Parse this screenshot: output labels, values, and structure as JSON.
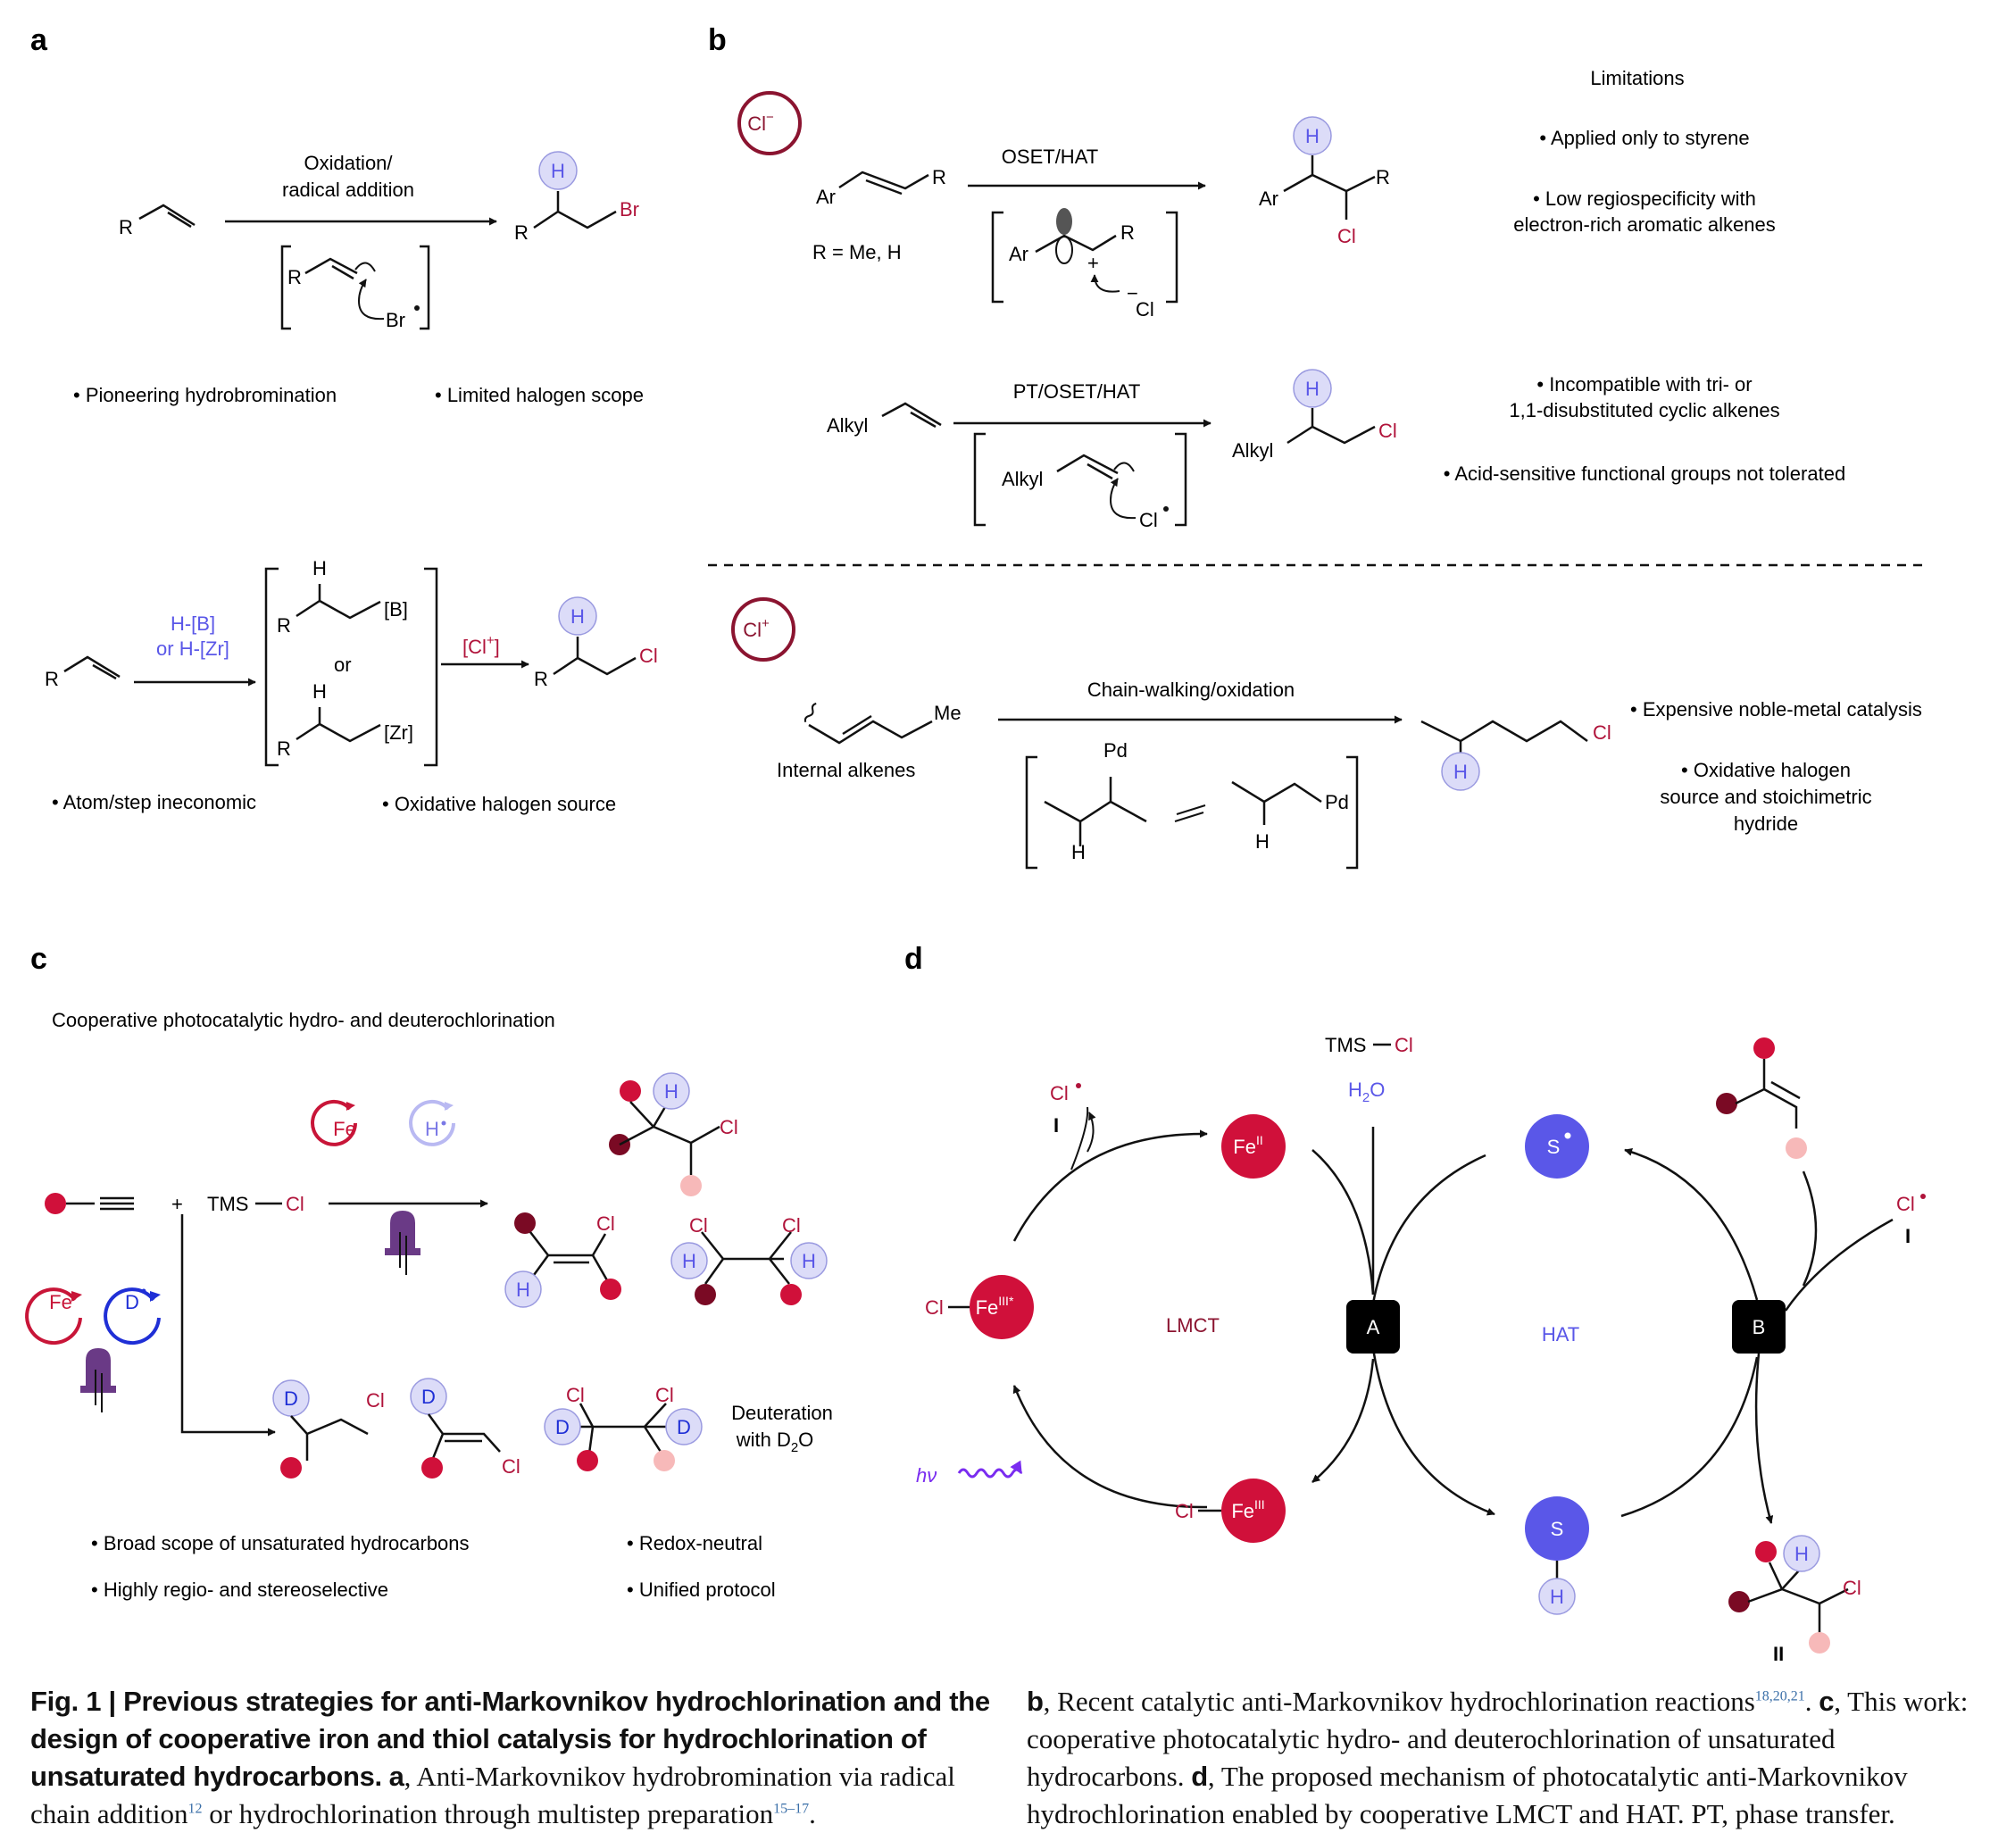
{
  "panel_labels": {
    "a": "a",
    "b": "b",
    "c": "c",
    "d": "d"
  },
  "colors": {
    "accent": "#b0133a",
    "hydrogen": "#5a57e8",
    "hydrogen_bg": "#dcdcf8",
    "deuterium": "#1f2fd6",
    "purple": "#6a3a86",
    "light_pink": "#f7b9b9",
    "dark_red": "#7a0a24"
  },
  "a": {
    "top": {
      "reactant_r": "R",
      "arrow_top_1": "Oxidation/",
      "arrow_top_2": "radical addition",
      "bracket_r": "R",
      "bracket_br": "Br",
      "product_h": "H",
      "product_r": "R",
      "product_br": "Br",
      "bullet_1": "• Pioneering hydrobromination",
      "bullet_2": "• Limited halogen scope"
    },
    "bottom": {
      "reactant_r": "R",
      "reagent_1": "H-[B]",
      "reagent_2": "or H-[Zr]",
      "b_h": "H",
      "b_r": "R",
      "b_group": "[B]",
      "or": "or",
      "z_h": "H",
      "z_r": "R",
      "z_group": "[Zr]",
      "cl_plus": "[Cl",
      "cl_plus_sup": "+",
      "cl_plus_close": "]",
      "product_h": "H",
      "product_r": "R",
      "product_cl": "Cl",
      "bullet_1": "• Atom/step ineconomic",
      "bullet_2": "• Oxidative halogen source"
    }
  },
  "b": {
    "anion_badge": "Cl",
    "anion_sup": "−",
    "r1": {
      "ar": "Ar",
      "r": "R",
      "cond": "R = Me, H",
      "arrow": "OSET/HAT",
      "br_ar": "Ar",
      "br_r": "R",
      "br_plus": "+",
      "br_minus": "−",
      "br_cl": "Cl",
      "p_h": "H",
      "p_ar": "Ar",
      "p_r": "R",
      "p_cl": "Cl"
    },
    "r2": {
      "alkyl": "Alkyl",
      "arrow": "PT/OSET/HAT",
      "br_alkyl": "Alkyl",
      "br_cl": "Cl",
      "p_h": "H",
      "p_alkyl": "Alkyl",
      "p_cl": "Cl"
    },
    "limitations_title": "Limitations",
    "lim_1": "• Applied only to styrene",
    "lim_2a": "• Low regiospecificity with",
    "lim_2b": "electron-rich aromatic alkenes",
    "lim_3a": "• Incompatible with tri- or",
    "lim_3b": "1,1-disubstituted cyclic alkenes",
    "lim_4": "• Acid-sensitive functional groups not tolerated",
    "cation_badge": "Cl",
    "cation_sup": "+",
    "r3": {
      "me": "Me",
      "label": "Internal alkenes",
      "arrow": "Chain-walking/oxidation",
      "pd1": "Pd",
      "h1": "H",
      "pd2": "Pd",
      "h2": "H",
      "p_h": "H",
      "p_cl": "Cl"
    },
    "lim_5": "• Expensive noble-metal catalysis",
    "lim_6a": "• Oxidative halogen",
    "lim_6b": "source and stoichimetric",
    "lim_6c": "hydride"
  },
  "c": {
    "title": "Cooperative photocatalytic hydro- and deuterochlorination",
    "plus": "+",
    "tms": "TMS",
    "cl": "Cl",
    "fe": "Fe",
    "h_dot": "H",
    "d_dot": "D",
    "p1_h": "H",
    "p1_cl": "Cl",
    "p2_cl": "Cl",
    "p2_h": "H",
    "p3_cl1": "Cl",
    "p3_cl2": "Cl",
    "p3_h1": "H",
    "p3_h2": "H",
    "d1_d": "D",
    "d1_cl": "Cl",
    "d2_d": "D",
    "d2_cl": "Cl",
    "d3_cl1": "Cl",
    "d3_cl2": "Cl",
    "d3_d1": "D",
    "d3_d2": "D",
    "deut_1": "Deuteration",
    "deut_2": "with D",
    "deut_sub": "2",
    "deut_3": "O",
    "bullet_1": "• Broad scope of unsaturated hydrocarbons",
    "bullet_2": "• Highly regio- and stereoselective",
    "bullet_3": "• Redox-neutral",
    "bullet_4": "• Unified protocol"
  },
  "d": {
    "tms": "TMS",
    "tms_cl": "Cl",
    "h2o": "H",
    "h2o_sub": "2",
    "h2o_o": "O",
    "cl_rad": "Cl",
    "roman_1": "I",
    "fe2": "Fe",
    "fe2_sup": "II",
    "fe3s": "Fe",
    "fe3s_sup": "III*",
    "fe3": "Fe",
    "fe3_sup": "III",
    "cl": "Cl",
    "lmct": "LMCT",
    "hat": "HAT",
    "node_a": "A",
    "node_b": "B",
    "s_rad": "S",
    "s": "S",
    "sh": "H",
    "hv": "hν",
    "cl_rad2": "Cl",
    "roman_2": "I",
    "p_h": "H",
    "p_cl": "Cl",
    "roman_3": "II"
  },
  "caption": {
    "left_bold": "Fig. 1 | Previous strategies for anti-Markovnikov hydrochlorination and the design of cooperative iron and thiol catalysis for hydrochlorination of unsaturated hydrocarbons.",
    "left_a": "a",
    "left_text_1": ", Anti-Markovnikov hydrobromination via radical chain addition",
    "ref_1": "12",
    "left_text_2": " or hydrochlorination through multistep preparation",
    "ref_2": "15–17",
    "left_end": ".",
    "right_b": "b",
    "right_text_1": ", Recent catalytic anti-Markovnikov hydrochlorination reactions",
    "ref_3": "18,20,21",
    "right_dot": ". ",
    "right_c": "c",
    "right_text_2": ", This work: cooperative photocatalytic hydro- and deuterochlorination of unsaturated hydrocarbons. ",
    "right_d": "d",
    "right_text_3": ", The proposed mechanism of photocatalytic anti-Markovnikov hydrochlorination enabled by cooperative LMCT and HAT. PT, phase transfer."
  }
}
